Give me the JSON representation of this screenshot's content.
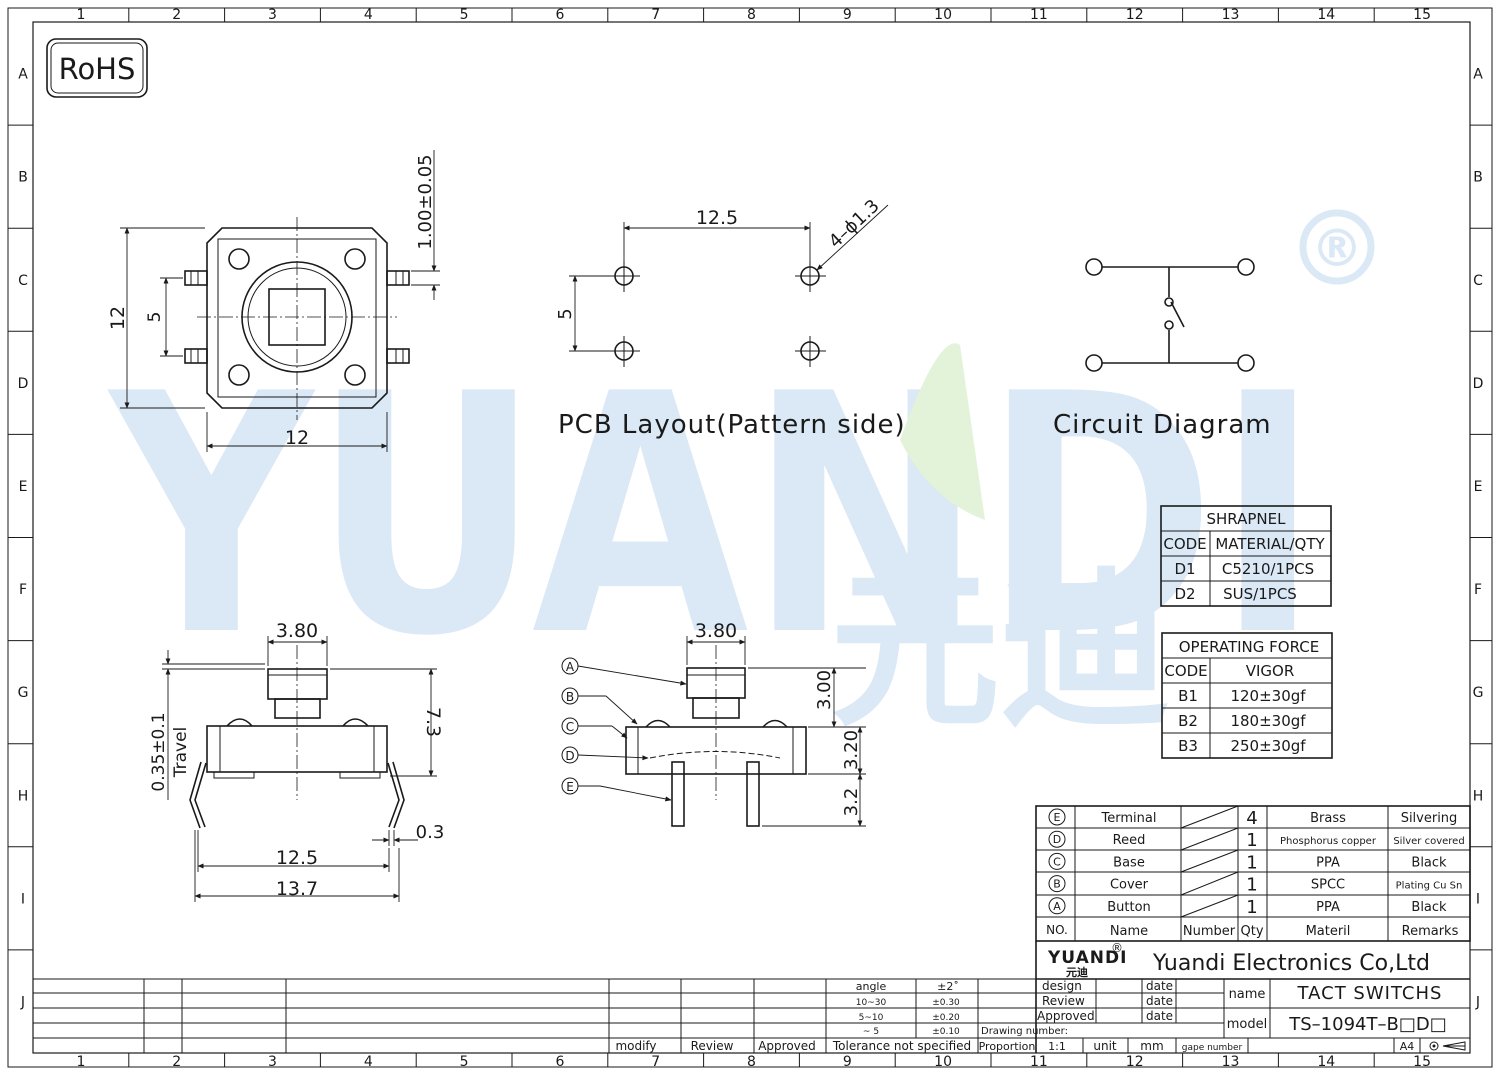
{
  "colors": {
    "line": "#1a1a1a",
    "watermark_blue": "#dbe8f5",
    "watermark_green": "#e3f3d9"
  },
  "border": {
    "columns": [
      "1",
      "2",
      "3",
      "4",
      "5",
      "6",
      "7",
      "8",
      "9",
      "10",
      "11",
      "12",
      "13",
      "14",
      "15"
    ],
    "rows": [
      "A",
      "B",
      "C",
      "D",
      "E",
      "F",
      "G",
      "H",
      "I",
      "J"
    ]
  },
  "rohs": "RoHS",
  "watermark": {
    "text": "YUANDI",
    "registered": "®",
    "chinese": "元迪"
  },
  "top_view": {
    "dim_width": "12",
    "dim_height": "12",
    "dim_pin_pitch": "5",
    "dim_pin_thickness": "1.00±0.05"
  },
  "pcb_layout": {
    "title": "PCB Layout(Pattern side)",
    "dim_pitch_x": "12.5",
    "dim_pitch_y": "5",
    "dim_holes": "4–ϕ1.3"
  },
  "circuit": {
    "title": "Circuit Diagram"
  },
  "shrapnel_table": {
    "title": "SHRAPNEL",
    "headers": [
      "CODE",
      "MATERIAL/QTY"
    ],
    "rows": [
      [
        "D1",
        "C5210/1PCS"
      ],
      [
        "D2",
        "SUS/1PCS"
      ]
    ]
  },
  "force_table": {
    "title": "OPERATING FORCE",
    "headers": [
      "CODE",
      "VIGOR"
    ],
    "rows": [
      [
        "B1",
        "120±30gf"
      ],
      [
        "B2",
        "180±30gf"
      ],
      [
        "B3",
        "250±30gf"
      ]
    ]
  },
  "side_view": {
    "dim_button": "3.80",
    "dim_height": "7.3",
    "dim_travel": "0.35±0.1",
    "travel_label": "Travel",
    "dim_lead": "0.3",
    "dim_pitch": "12.5",
    "dim_span": "13.7"
  },
  "section_view": {
    "dim_button": "3.80",
    "dim_button_height": "3.00",
    "dim_body_height": "3.20",
    "dim_pin_length": "3.2",
    "callouts": [
      "A",
      "B",
      "C",
      "D",
      "E"
    ]
  },
  "bom": {
    "rows": [
      {
        "no": "E",
        "name": "Terminal",
        "qty": "4",
        "material": "Brass",
        "remarks": "Silvering"
      },
      {
        "no": "D",
        "name": "Reed",
        "qty": "1",
        "material": "Phosphorus copper",
        "remarks": "Silver covered"
      },
      {
        "no": "C",
        "name": "Base",
        "qty": "1",
        "material": "PPA",
        "remarks": "Black"
      },
      {
        "no": "B",
        "name": "Cover",
        "qty": "1",
        "material": "SPCC",
        "remarks": "Plating Cu Sn"
      },
      {
        "no": "A",
        "name": "Button",
        "qty": "1",
        "material": "PPA",
        "remarks": "Black"
      }
    ],
    "headers": {
      "no": "NO.",
      "name": "Name",
      "number": "Number",
      "qty": "Qty",
      "material": "Materil",
      "remarks": "Remarks"
    }
  },
  "title_block": {
    "company_logo": "YUANDI",
    "company_logo_cn": "元迪",
    "registered": "®",
    "company": "Yuandi Electronics Co,Ltd",
    "design": "design",
    "review": "Review",
    "approved": "Approved",
    "date": "date",
    "name_label": "name",
    "name_value": "TACT SWITCHS",
    "model_label": "model",
    "model_value": "TS–1094T–B□D□",
    "drawing_number": "Drawing number:",
    "proportion": "Proportion",
    "proportion_value": "1:1",
    "unit_label": "unit",
    "unit_value": "mm",
    "page_number": "gape number",
    "paper": "A4",
    "modify": "modify",
    "review2": "Review",
    "approved2": "Approved",
    "tolerance": "Tolerance not specified",
    "tol_rows": [
      [
        "angle",
        "±2˚"
      ],
      [
        "10~30",
        "±0.30"
      ],
      [
        "5~10",
        "±0.20"
      ],
      [
        "~ 5",
        "±0.10"
      ]
    ]
  }
}
